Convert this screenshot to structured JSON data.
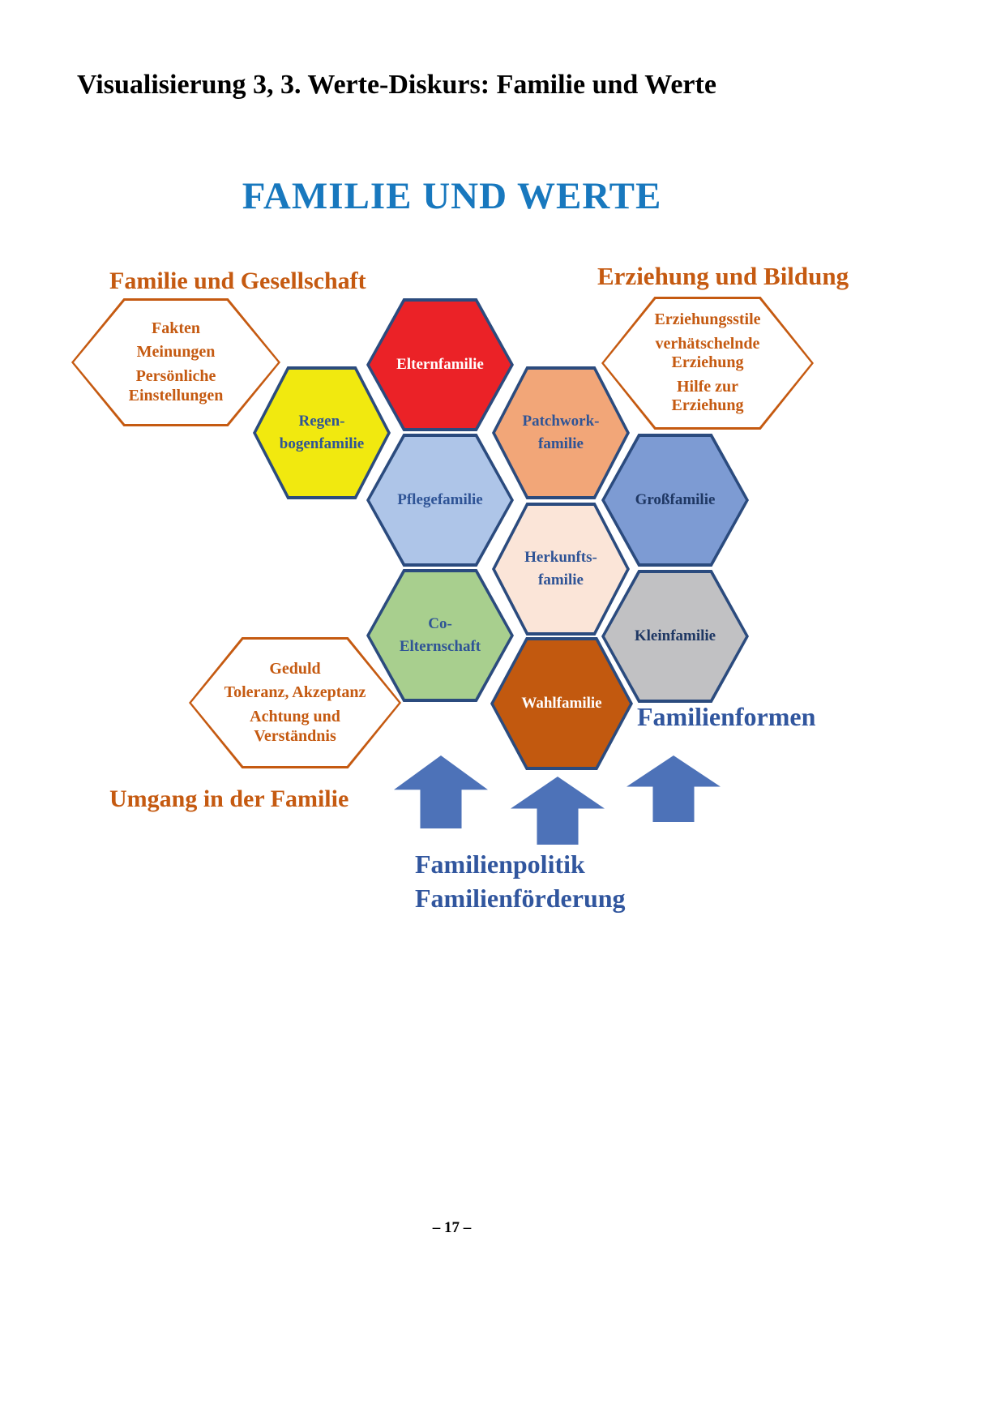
{
  "page": {
    "header": "Visualisierung 3, 3. Werte-Diskurs: Familie und Werte",
    "title": "FAMILIE UND WERTE",
    "page_number": "– 17 –"
  },
  "colors": {
    "title_blue": "#1878BE",
    "label_blue": "#31569E",
    "orange": "#C55A11",
    "hex_border_navy": "#2B4B7E",
    "arrow_blue": "#4D72B8"
  },
  "section_labels": {
    "familie_und_gesellschaft": "Familie und Gesellschaft",
    "erziehung_und_bildung": "Erziehung und Bildung",
    "familienformen": "Familienformen",
    "umgang_in_der_familie": "Umgang in der Familie",
    "familienpolitik": "Familienpolitik",
    "familienfoerderung": "Familienförderung"
  },
  "arrows": {
    "count": 3,
    "direction": "up"
  },
  "hexagons": {
    "fakten_meinungen": {
      "lines": [
        "Fakten",
        "Meinungen",
        "Persönliche Einstellungen"
      ],
      "fill": "#FFFFFF",
      "border": "#C55A11",
      "text_color": "#C55A11"
    },
    "elternfamilie": {
      "lines": [
        "Elternfamilie"
      ],
      "fill": "#EB2227",
      "border": "#2B4B7E",
      "text_color": "#FFFFFF"
    },
    "erziehung_info": {
      "lines": [
        "Erziehungsstile",
        "verhätschelnde Erziehung",
        "Hilfe zur Erziehung"
      ],
      "fill": "#FFFFFF",
      "border": "#C55A11",
      "text_color": "#C55A11"
    },
    "regenbogenfamilie": {
      "lines": [
        "Regen-",
        "bogenfamilie"
      ],
      "fill": "#F1E90F",
      "border": "#2B4B7E",
      "text_color": "#2F5496"
    },
    "patchworkfamilie": {
      "lines": [
        "Patchwork-",
        "familie"
      ],
      "fill": "#F2A678",
      "border": "#2B4B7E",
      "text_color": "#2F5496"
    },
    "pflegefamilie": {
      "lines": [
        "Pflegefamilie"
      ],
      "fill": "#AEC5E8",
      "border": "#2B4B7E",
      "text_color": "#2F5496"
    },
    "grossfamilie": {
      "lines": [
        "Großfamilie"
      ],
      "fill": "#7D9BD3",
      "border": "#2B4B7E",
      "text_color": "#1F3864"
    },
    "herkunftsfamilie": {
      "lines": [
        "Herkunfts-",
        "familie"
      ],
      "fill": "#FBE5D8",
      "border": "#2B4B7E",
      "text_color": "#2F5496"
    },
    "co_elternschaft": {
      "lines": [
        "Co-",
        "Elternschaft"
      ],
      "fill": "#A8CF8E",
      "border": "#2B4B7E",
      "text_color": "#2F5496"
    },
    "kleinfamilie": {
      "lines": [
        "Kleinfamilie"
      ],
      "fill": "#C1C1C3",
      "border": "#2B4B7E",
      "text_color": "#1F3864"
    },
    "wahlfamilie": {
      "lines": [
        "Wahlfamilie"
      ],
      "fill": "#C2590F",
      "border": "#2B4B7E",
      "text_color": "#FFFFFF"
    },
    "geduld_toleranz": {
      "lines": [
        "Geduld",
        "Toleranz, Akzeptanz",
        "Achtung und Verständnis"
      ],
      "fill": "#FFFFFF",
      "border": "#C55A11",
      "text_color": "#C55A11"
    }
  }
}
